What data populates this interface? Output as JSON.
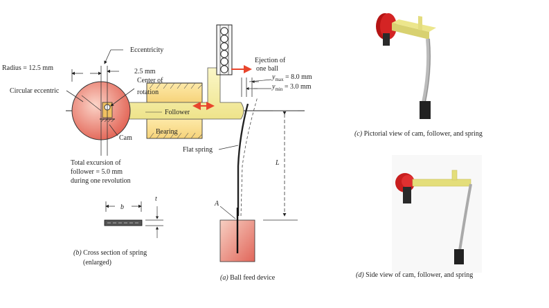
{
  "labels": {
    "eccentricity": "Eccentricity",
    "radius": "Radius = 12.5 mm",
    "offset": "2.5 mm",
    "center_of_rotation_1": "Center of",
    "center_of_rotation_2": "rotation",
    "circular_eccentric": "Circular eccentric",
    "follower": "Follower",
    "cam": "Cam",
    "bearing": "Bearing",
    "ejection_1": "Ejection of",
    "ejection_2": "one ball",
    "y_max_var": "y",
    "y_max_sub": "max",
    "y_max_val": " = 8.0 mm",
    "y_min_var": "y",
    "y_min_sub": "min",
    "y_min_val": " = 3.0 mm",
    "flat_spring": "Flat spring",
    "length_L": "L",
    "point_A": "A",
    "excursion_1": "Total excursion of",
    "excursion_2": "follower = 5.0 mm",
    "excursion_3": "during one revolution",
    "width_b": "b",
    "thickness_t": "t"
  },
  "captions": {
    "a_letter": "(a)",
    "a_text": " Ball feed device",
    "b_letter": "(b)",
    "b_text": " Cross section of spring",
    "b_text2": "(enlarged)",
    "c_letter": "(c)",
    "c_text": " Pictorial view of cam, follower, and spring",
    "d_letter": "(d)",
    "d_text": " Side view of cam, follower, and spring"
  },
  "colors": {
    "cam_red": "#e36a5c",
    "follower_yellow": "#f4ef9a",
    "arrow_red": "#e8452c",
    "render_red": "#c81e1e",
    "render_yellow": "#e4de7a",
    "spring_gray": "#a8a8a8",
    "block_dark": "#222222"
  }
}
